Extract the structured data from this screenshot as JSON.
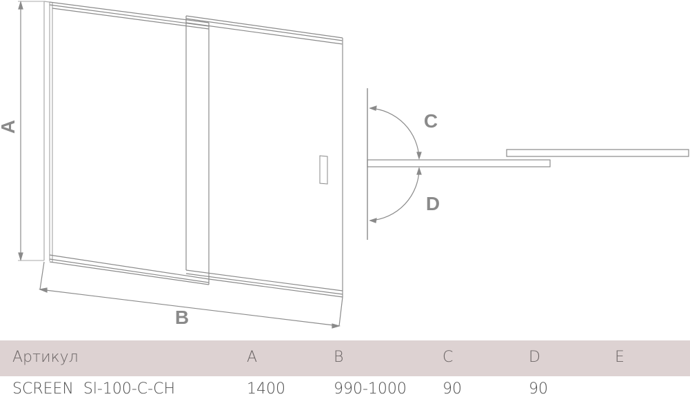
{
  "drawing": {
    "title": "Sliding shower screen dimension diagram",
    "labels": {
      "height": "A",
      "width": "B",
      "angle_up": "C",
      "angle_down": "D"
    },
    "line_color": "#8a8a8a",
    "label_color": "#8a8a8a"
  },
  "table": {
    "header_bg": "#ddd2d2",
    "columns": [
      "Артикул",
      "A",
      "B",
      "C",
      "D",
      "E"
    ],
    "rows": [
      {
        "article": "SCREEN  Sl-100-C-CH",
        "A": "1400",
        "B": "990-1000",
        "C": "90",
        "D": "90",
        "E": ""
      }
    ]
  }
}
